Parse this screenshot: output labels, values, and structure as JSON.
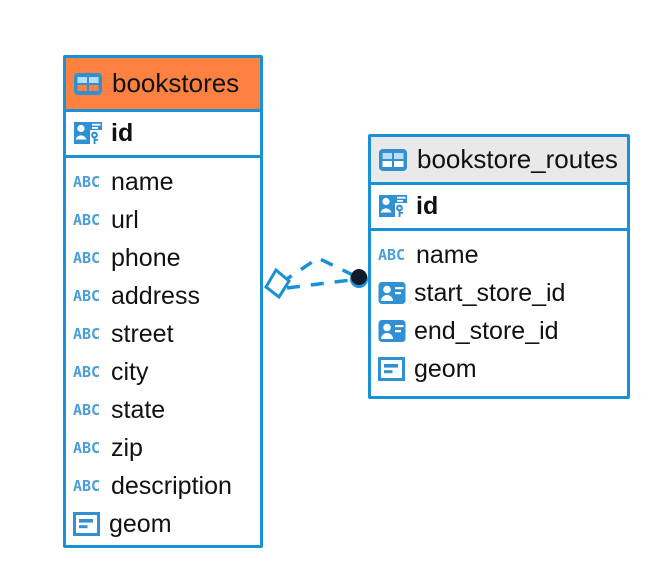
{
  "diagram": {
    "type": "database-er-diagram",
    "background": "#ffffff",
    "accent_blue": "#1a91d6",
    "header_orange": "#fd8140",
    "header_gray": "#e9e9e9",
    "icon_blue": "#3f9ad8",
    "endpoint_dark": "#121a2b"
  },
  "tables": [
    {
      "name": "bookstores",
      "header_style": "orange",
      "primary_key": {
        "name": "id",
        "icon": "primary-key-icon"
      },
      "fields": [
        {
          "name": "name",
          "icon": "abc-text-icon"
        },
        {
          "name": "url",
          "icon": "abc-text-icon"
        },
        {
          "name": "phone",
          "icon": "abc-text-icon"
        },
        {
          "name": "address",
          "icon": "abc-text-icon"
        },
        {
          "name": "street",
          "icon": "abc-text-icon"
        },
        {
          "name": "city",
          "icon": "abc-text-icon"
        },
        {
          "name": "state",
          "icon": "abc-text-icon"
        },
        {
          "name": "zip",
          "icon": "abc-text-icon"
        },
        {
          "name": "description",
          "icon": "abc-text-icon"
        },
        {
          "name": "geom",
          "icon": "geometry-icon"
        }
      ]
    },
    {
      "name": "bookstore_routes",
      "header_style": "gray",
      "primary_key": {
        "name": "id",
        "icon": "primary-key-icon"
      },
      "fields": [
        {
          "name": "name",
          "icon": "abc-text-icon"
        },
        {
          "name": "start_store_id",
          "icon": "foreign-key-icon"
        },
        {
          "name": "end_store_id",
          "icon": "foreign-key-icon"
        },
        {
          "name": "geom",
          "icon": "geometry-icon"
        }
      ]
    }
  ],
  "relationship": {
    "style": "dashed",
    "color": "#1a91d6",
    "source_marker": "diamond",
    "target_marker": "filled-circle",
    "abc_label": "ABC"
  }
}
